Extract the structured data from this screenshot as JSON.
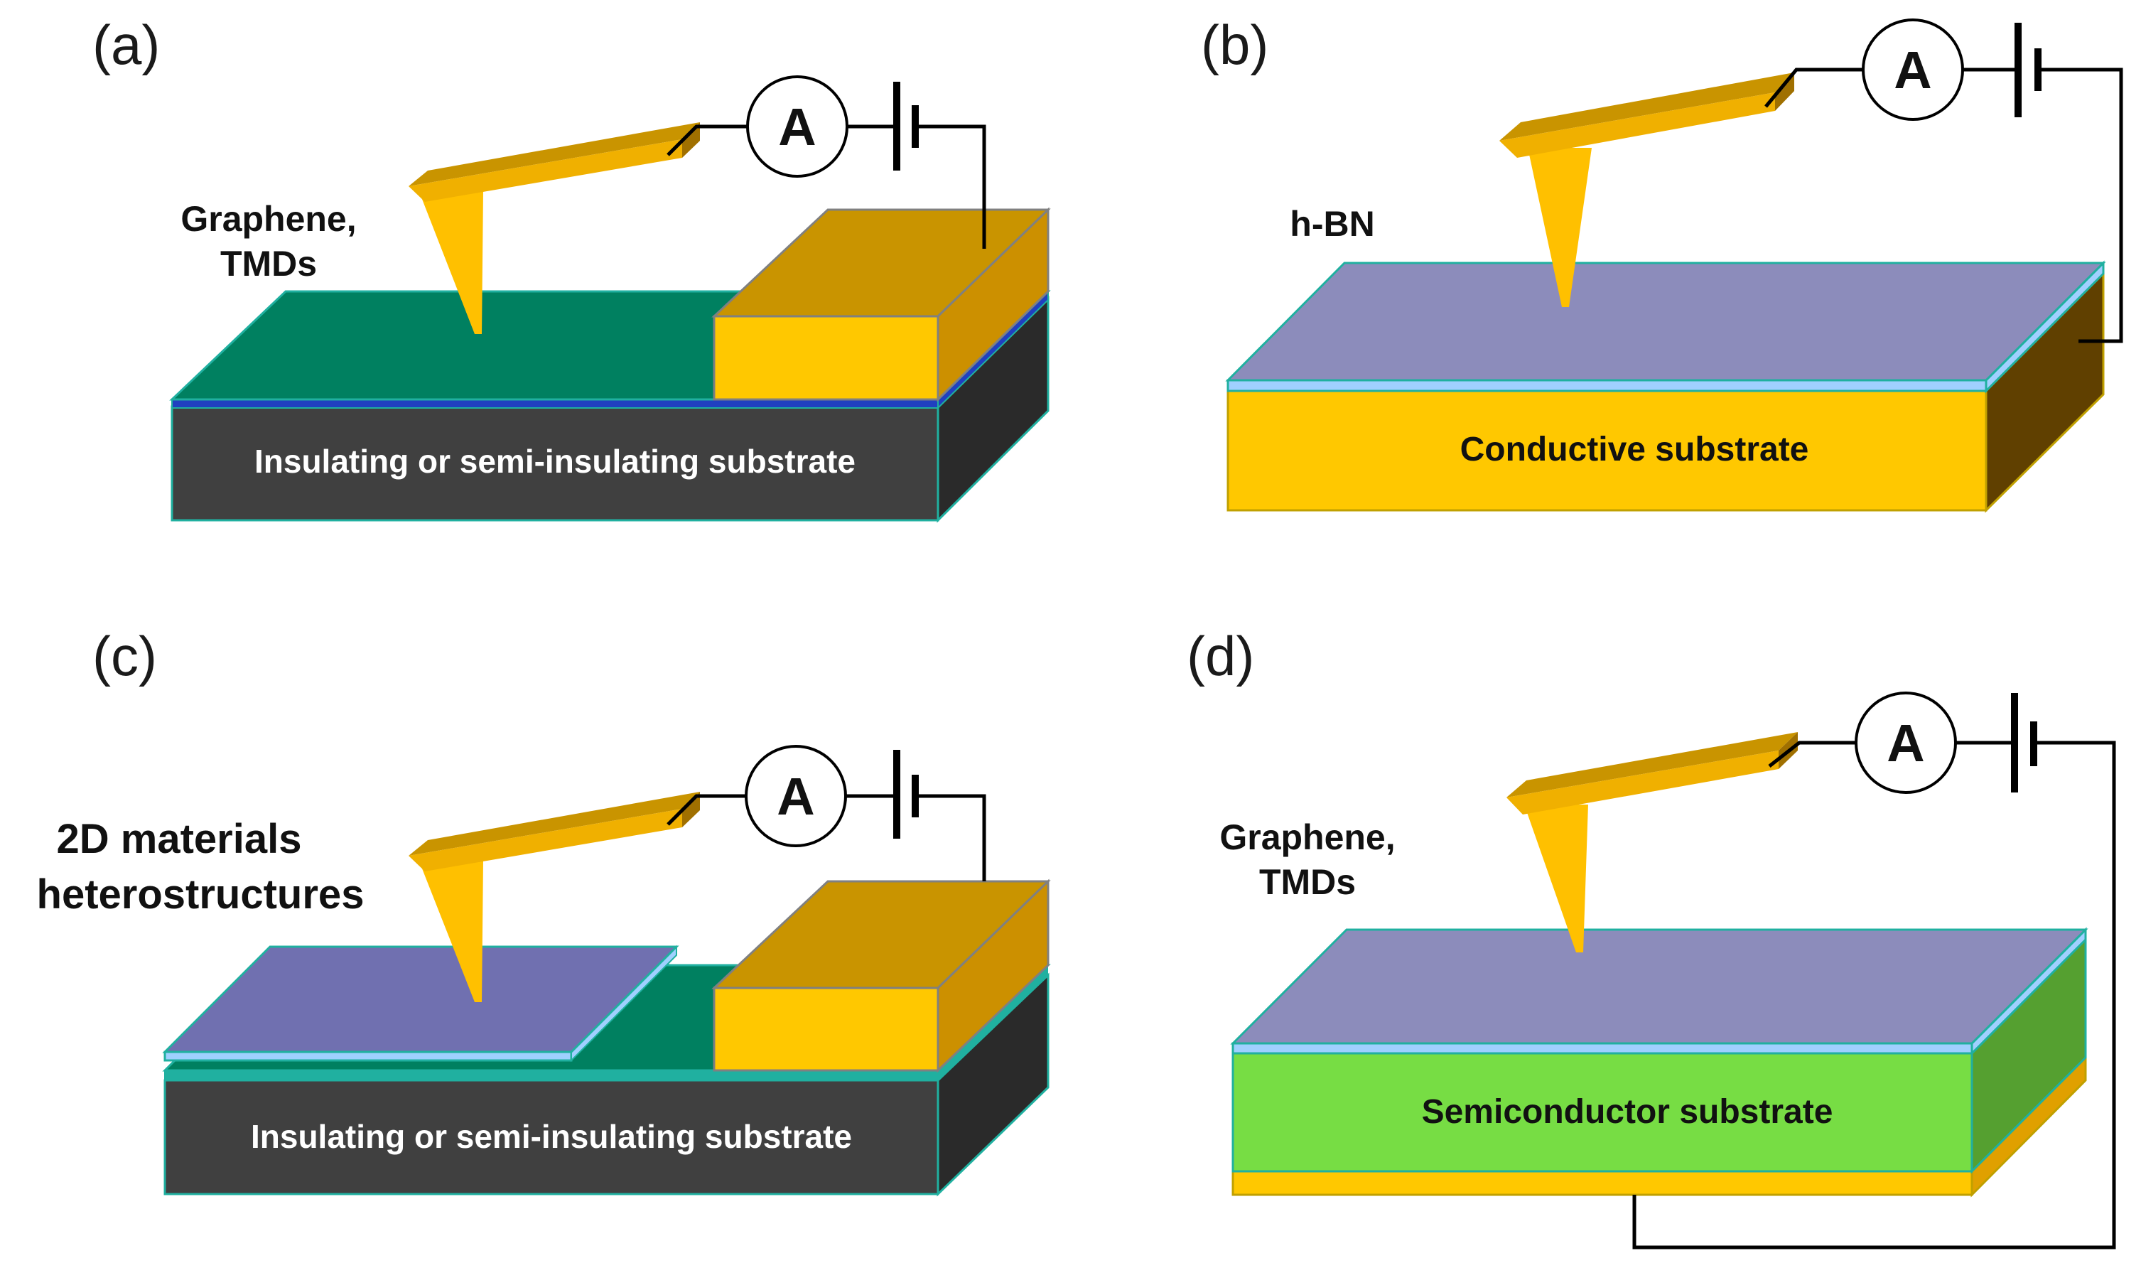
{
  "panels": {
    "a": {
      "letter": "(a)",
      "material": [
        "Graphene,",
        "TMDs"
      ],
      "substrate": "Insulating or semi-insulating substrate",
      "meter": "A"
    },
    "b": {
      "letter": "(b)",
      "material": [
        "h-BN"
      ],
      "substrate": "Conductive substrate",
      "meter": "A"
    },
    "c": {
      "letter": "(c)",
      "material": [
        "2D materials",
        "heterostructures"
      ],
      "substrate": "Insulating or semi-insulating substrate",
      "meter": "A"
    },
    "d": {
      "letter": "(d)",
      "material": [
        "Graphene,",
        "TMDs"
      ],
      "substrate": "Semiconductor substrate",
      "meter": "A"
    }
  },
  "colors": {
    "graphene_green": "#008060",
    "substrate_dark": "#404040",
    "substrate_side": "#2a2a2a",
    "electrode_gold": "#ffc800",
    "electrode_top": "#c99400",
    "hbn_purple": "#8c8cbb",
    "hetero_purple": "#7070b0",
    "semiconductor_green": "#77dd44",
    "tip_gold": "#ffc000",
    "cantilever_gold": "#e0a000",
    "edge_teal": "#20b0a0",
    "layer_blue": "#2040c0",
    "light_blue": "#a0d0ff"
  }
}
